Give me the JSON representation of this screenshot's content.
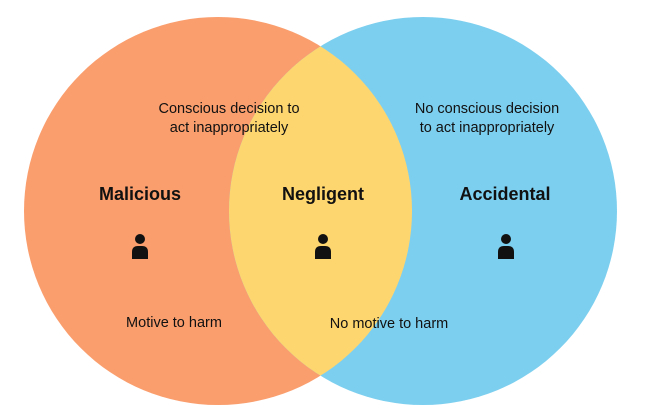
{
  "colors": {
    "malicious": "#FA9E6E",
    "accidental": "#7DCFEF",
    "negligent": "#FED66F",
    "text": "#111111"
  },
  "regions": {
    "malicious": {
      "title": "Malicious",
      "icon": "person-icon"
    },
    "negligent": {
      "title": "Negligent",
      "icon": "person-icon"
    },
    "accidental": {
      "title": "Accidental",
      "icon": "person-icon"
    }
  },
  "notes": {
    "conscious_line1": "Conscious decision to",
    "conscious_line2": "act inappropriately",
    "no_conscious_line1": "No conscious decision",
    "no_conscious_line2": "to act inappropriately",
    "motive": "Motive to harm",
    "no_motive": "No motive to harm"
  }
}
